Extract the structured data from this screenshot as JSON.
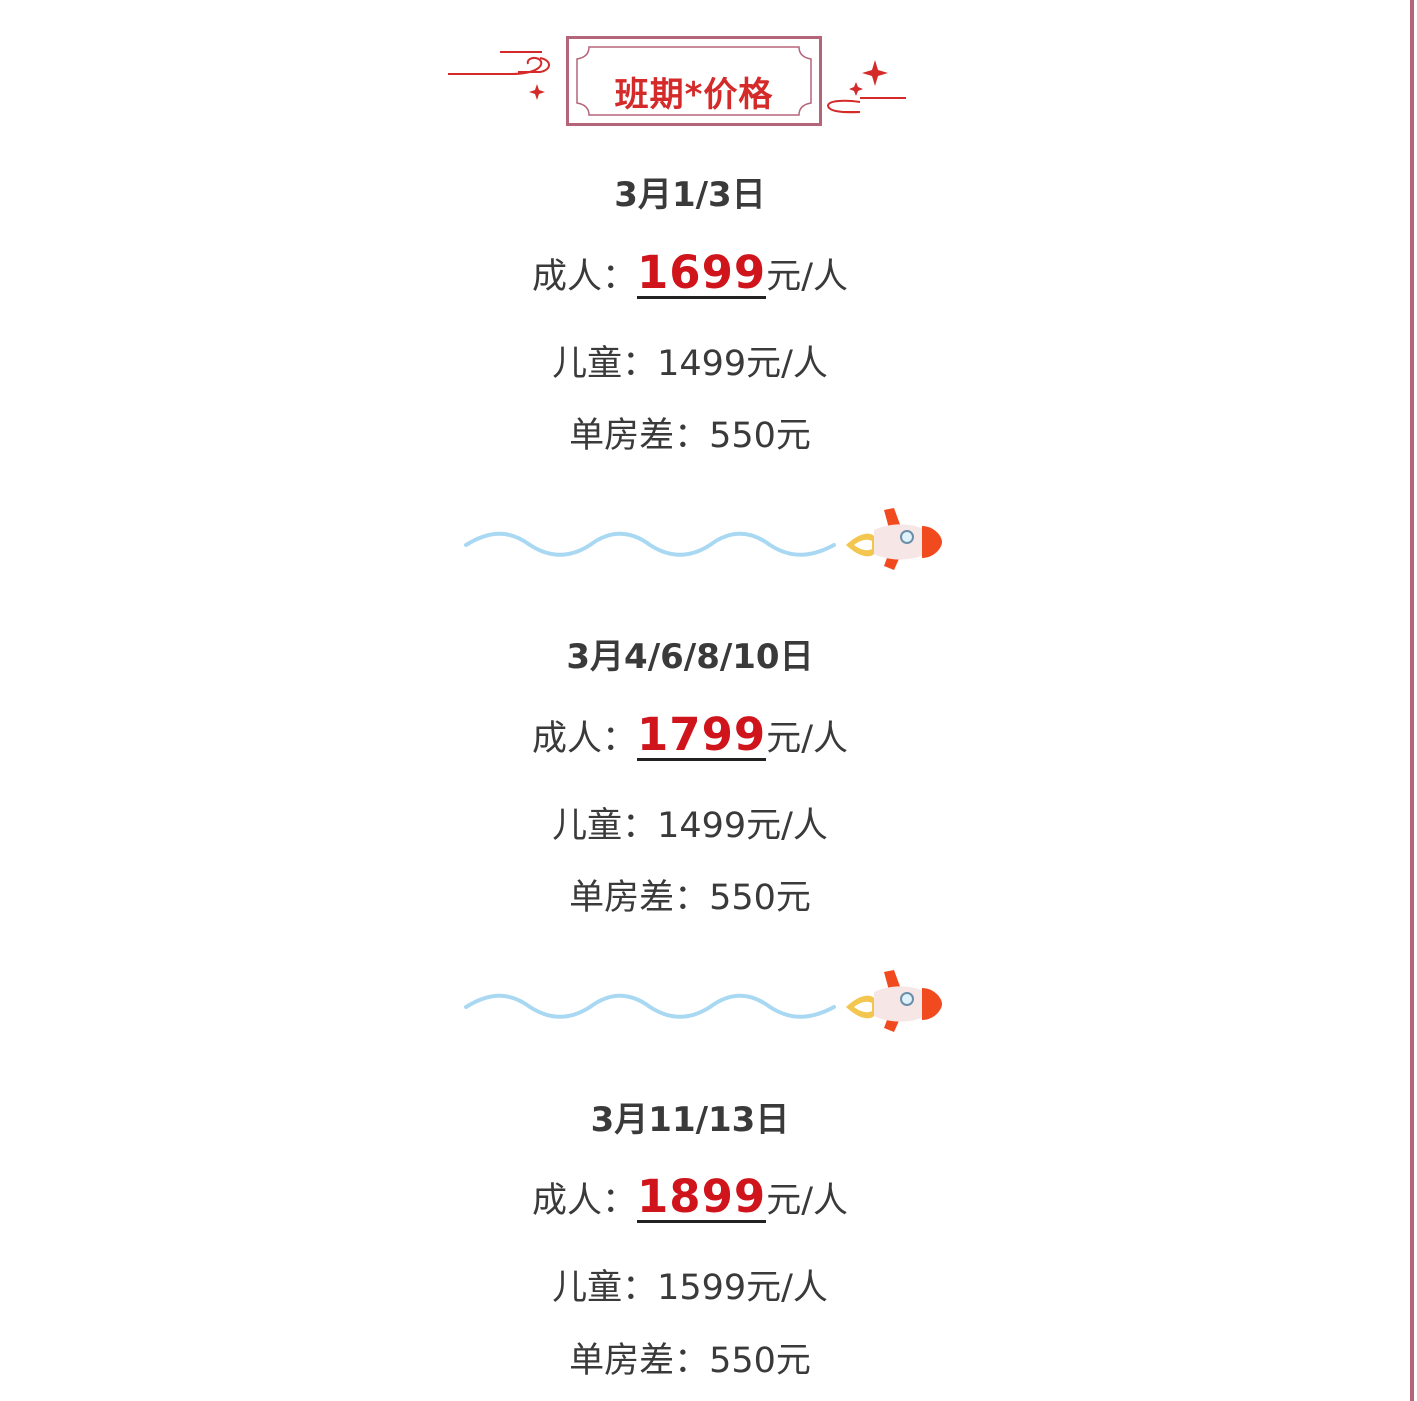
{
  "header": {
    "title": "班期*价格"
  },
  "sections": [
    {
      "date": "3月1/3日",
      "adult_label": "成人：",
      "adult_price": "1699",
      "adult_unit": "元/人",
      "child_line": "儿童：1499元/人",
      "single_line": "单房差：550元"
    },
    {
      "date": "3月4/6/8/10日",
      "adult_label": "成人：",
      "adult_price": "1799",
      "adult_unit": "元/人",
      "child_line": "儿童：1499元/人",
      "single_line": "单房差：550元"
    },
    {
      "date": "3月11/13日",
      "adult_label": "成人：",
      "adult_price": "1899",
      "adult_unit": "元/人",
      "child_line": "儿童：1599元/人",
      "single_line": "单房差：550元"
    }
  ],
  "colors": {
    "accent": "#d0141b",
    "frame": "#b5657a",
    "wave": "#a9d8f3"
  }
}
